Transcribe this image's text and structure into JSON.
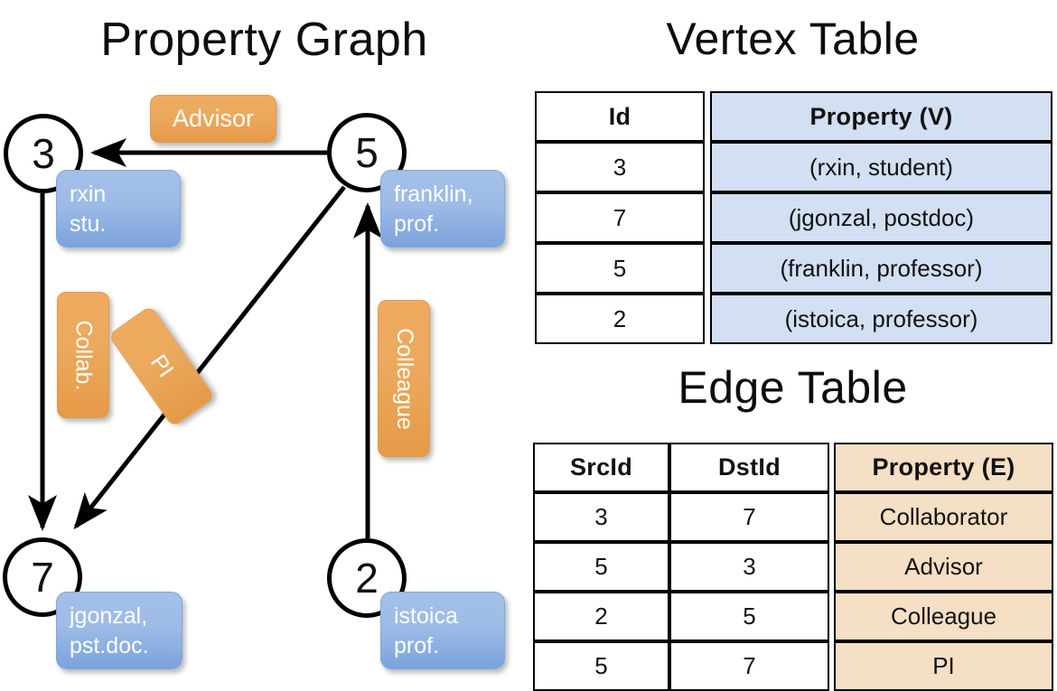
{
  "panels": {
    "graph_title": "Property Graph",
    "vertex_title": "Vertex Table",
    "edge_title": "Edge Table"
  },
  "graph": {
    "nodes": [
      {
        "id": "3",
        "property": "rxin\nstu."
      },
      {
        "id": "5",
        "property": "franklin,\nprof."
      },
      {
        "id": "7",
        "property": "jgonzal,\npst.doc."
      },
      {
        "id": "2",
        "property": "istoica\nprof."
      }
    ],
    "node_labels": {
      "n3": "3",
      "n5": "5",
      "n7": "7",
      "n2": "2"
    },
    "properties": {
      "rxin_line1": "rxin",
      "rxin_line2": "stu.",
      "franklin_line1": "franklin,",
      "franklin_line2": "prof.",
      "jgonzal_line1": "jgonzal,",
      "jgonzal_line2": "pst.doc.",
      "istoica_line1": "istoica",
      "istoica_line2": "prof."
    },
    "edge_labels": {
      "advisor": "Advisor",
      "collab": "Collab.",
      "pi": "PI",
      "colleague": "Colleague"
    },
    "edges": [
      {
        "from": "5",
        "to": "3",
        "label": "Advisor"
      },
      {
        "from": "3",
        "to": "7",
        "label": "Collab."
      },
      {
        "from": "5",
        "to": "7",
        "label": "PI"
      },
      {
        "from": "2",
        "to": "5",
        "label": "Colleague"
      }
    ]
  },
  "vertex_table": {
    "headers": [
      "Id",
      "Property (V)"
    ],
    "rows": [
      {
        "id": "3",
        "property": "(rxin, student)"
      },
      {
        "id": "7",
        "property": "(jgonzal, postdoc)"
      },
      {
        "id": "5",
        "property": "(franklin, professor)"
      },
      {
        "id": "2",
        "property": "(istoica, professor)"
      }
    ]
  },
  "edge_table": {
    "headers": [
      "SrcId",
      "DstId",
      "Property (E)"
    ],
    "rows": [
      {
        "src": "3",
        "dst": "7",
        "property": "Collaborator"
      },
      {
        "src": "5",
        "dst": "3",
        "property": "Advisor"
      },
      {
        "src": "2",
        "dst": "5",
        "property": "Colleague"
      },
      {
        "src": "5",
        "dst": "7",
        "property": "PI"
      }
    ]
  },
  "colors": {
    "vertex_property_fill": "#d3dff2",
    "edge_property_fill": "#f5dfc5",
    "node_callout_blue": "#9dbbe6",
    "edge_callout_orange": "#eba95d",
    "stroke": "#000000",
    "background": "#ffffff"
  }
}
